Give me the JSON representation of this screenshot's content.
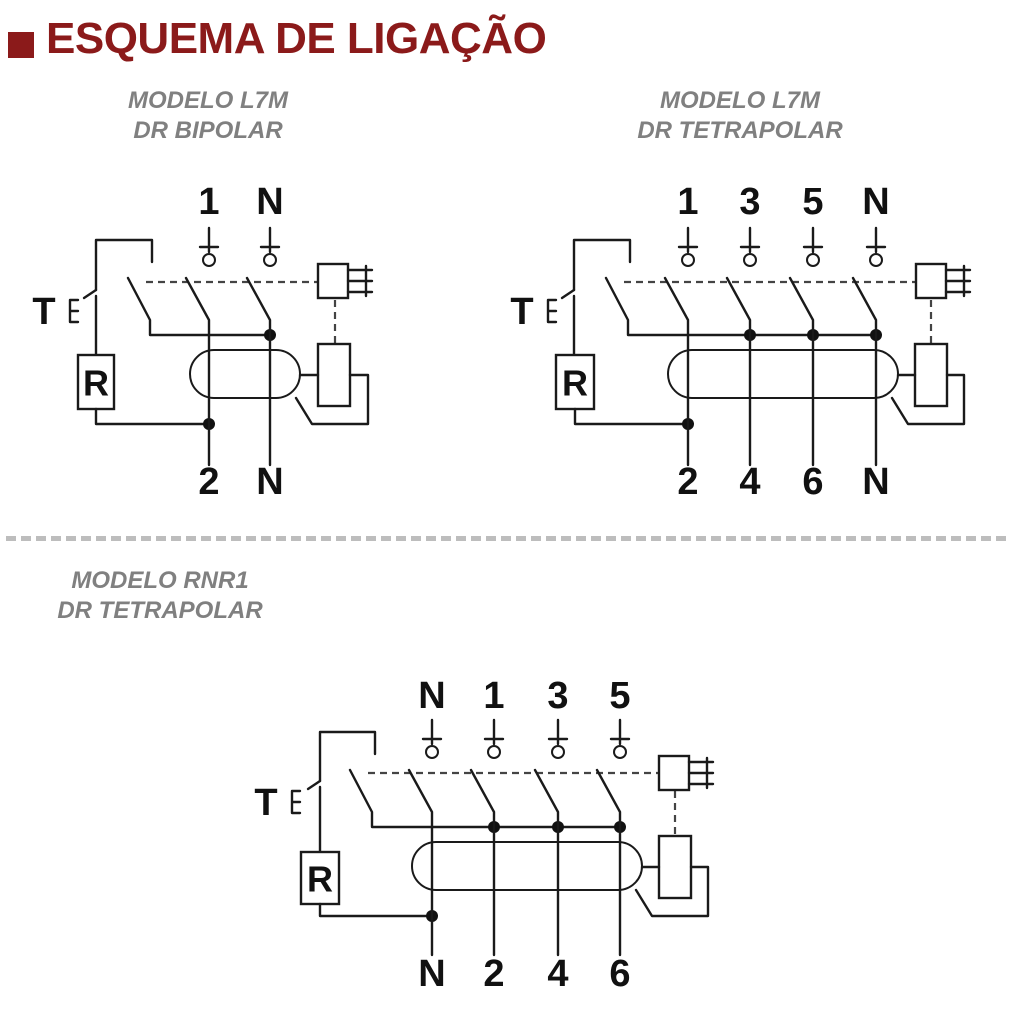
{
  "header": {
    "title": "ESQUEMA DE LIGAÇÃO"
  },
  "diagrams": [
    {
      "id": "l7m-bipolar",
      "caption_line1": "MODELO L7M",
      "caption_line2": "DR BIPOLAR",
      "test_label": "T",
      "resistor_label": "R",
      "top_terminals": [
        "1",
        "N"
      ],
      "bottom_terminals": [
        "2",
        "N"
      ]
    },
    {
      "id": "l7m-tetrapolar",
      "caption_line1": "MODELO L7M",
      "caption_line2": "DR TETRAPOLAR",
      "test_label": "T",
      "resistor_label": "R",
      "top_terminals": [
        "1",
        "3",
        "5",
        "N"
      ],
      "bottom_terminals": [
        "2",
        "4",
        "6",
        "N"
      ]
    },
    {
      "id": "rnr1-tetrapolar",
      "caption_line1": "MODELO RNR1",
      "caption_line2": "DR TETRAPOLAR",
      "test_label": "T",
      "resistor_label": "R",
      "top_terminals": [
        "N",
        "1",
        "3",
        "5"
      ],
      "bottom_terminals": [
        "N",
        "2",
        "4",
        "6"
      ]
    }
  ]
}
